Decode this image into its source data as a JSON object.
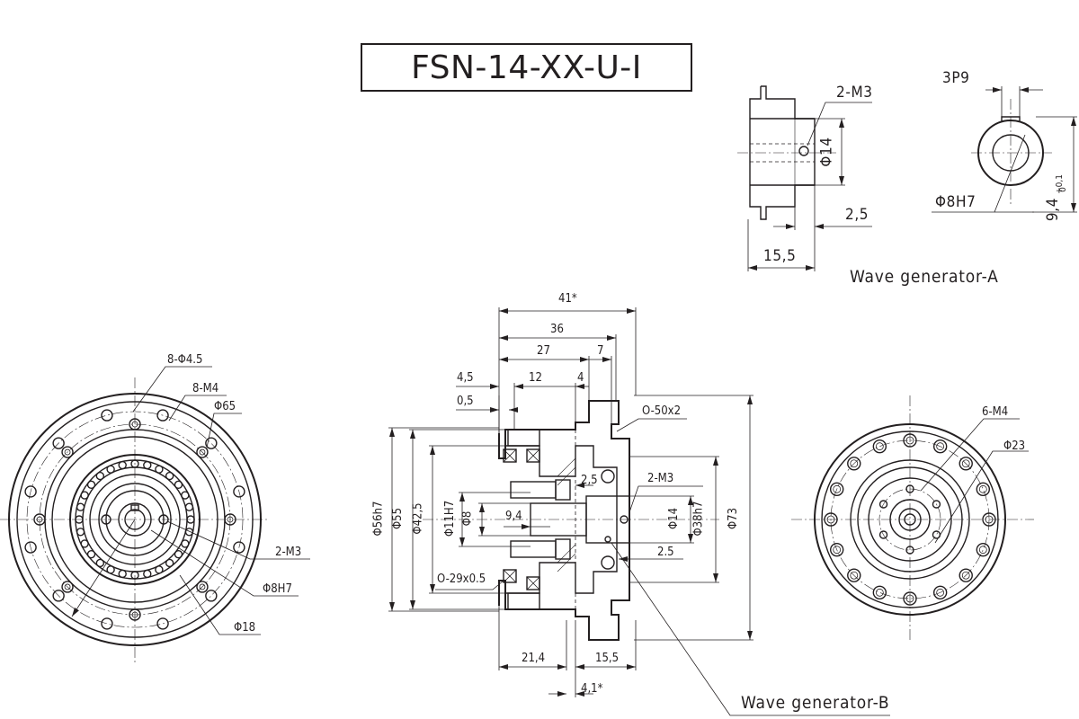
{
  "title": "FSN-14-XX-U-I",
  "colors": {
    "ink": "#231f20",
    "background": "#ffffff"
  },
  "left_view": {
    "labels": {
      "holes_outer": "8-Φ4.5",
      "holes_inner": "8-M4",
      "pcd": "Φ65",
      "tapped": "2-M3",
      "bore": "Φ8H7",
      "hub": "Φ18"
    }
  },
  "section_view": {
    "labels": {
      "overall": "41*",
      "len_36": "36",
      "len_27": "27",
      "len_7": "7",
      "len_4_5": "4,5",
      "len_12": "12",
      "len_4": "4",
      "len_0_5": "0,5",
      "oring_top": "O-50x2",
      "tapped": "2-M3",
      "len_2_5_a": "2,5",
      "len_9_4": "9,4",
      "len_2_5_b": "2.5",
      "oring_bottom": "O-29x0.5",
      "len_21_4": "21,4",
      "len_15_5": "15,5",
      "len_4_1": "4,1*"
    },
    "diameters": [
      "Φ56h7",
      "Φ55",
      "Φ42,5",
      "Φ11H7",
      "Φ8",
      "Φ14",
      "Φ38h7",
      "Φ73"
    ],
    "wave_generator_b": "Wave generator-B"
  },
  "right_view": {
    "labels": {
      "tapped": "6-M4",
      "pcd": "Φ23"
    }
  },
  "wave_generator_a": {
    "side_labels": {
      "tapped": "2-M3",
      "dia": "Φ14",
      "offset": "2,5",
      "length": "15,5"
    },
    "end_labels": {
      "keyway": "3P9",
      "bore": "Φ8H7",
      "key_height": "9,4",
      "key_tol_upper": "+0,1",
      "key_tol_lower": "0"
    },
    "caption": "Wave generator-A"
  }
}
